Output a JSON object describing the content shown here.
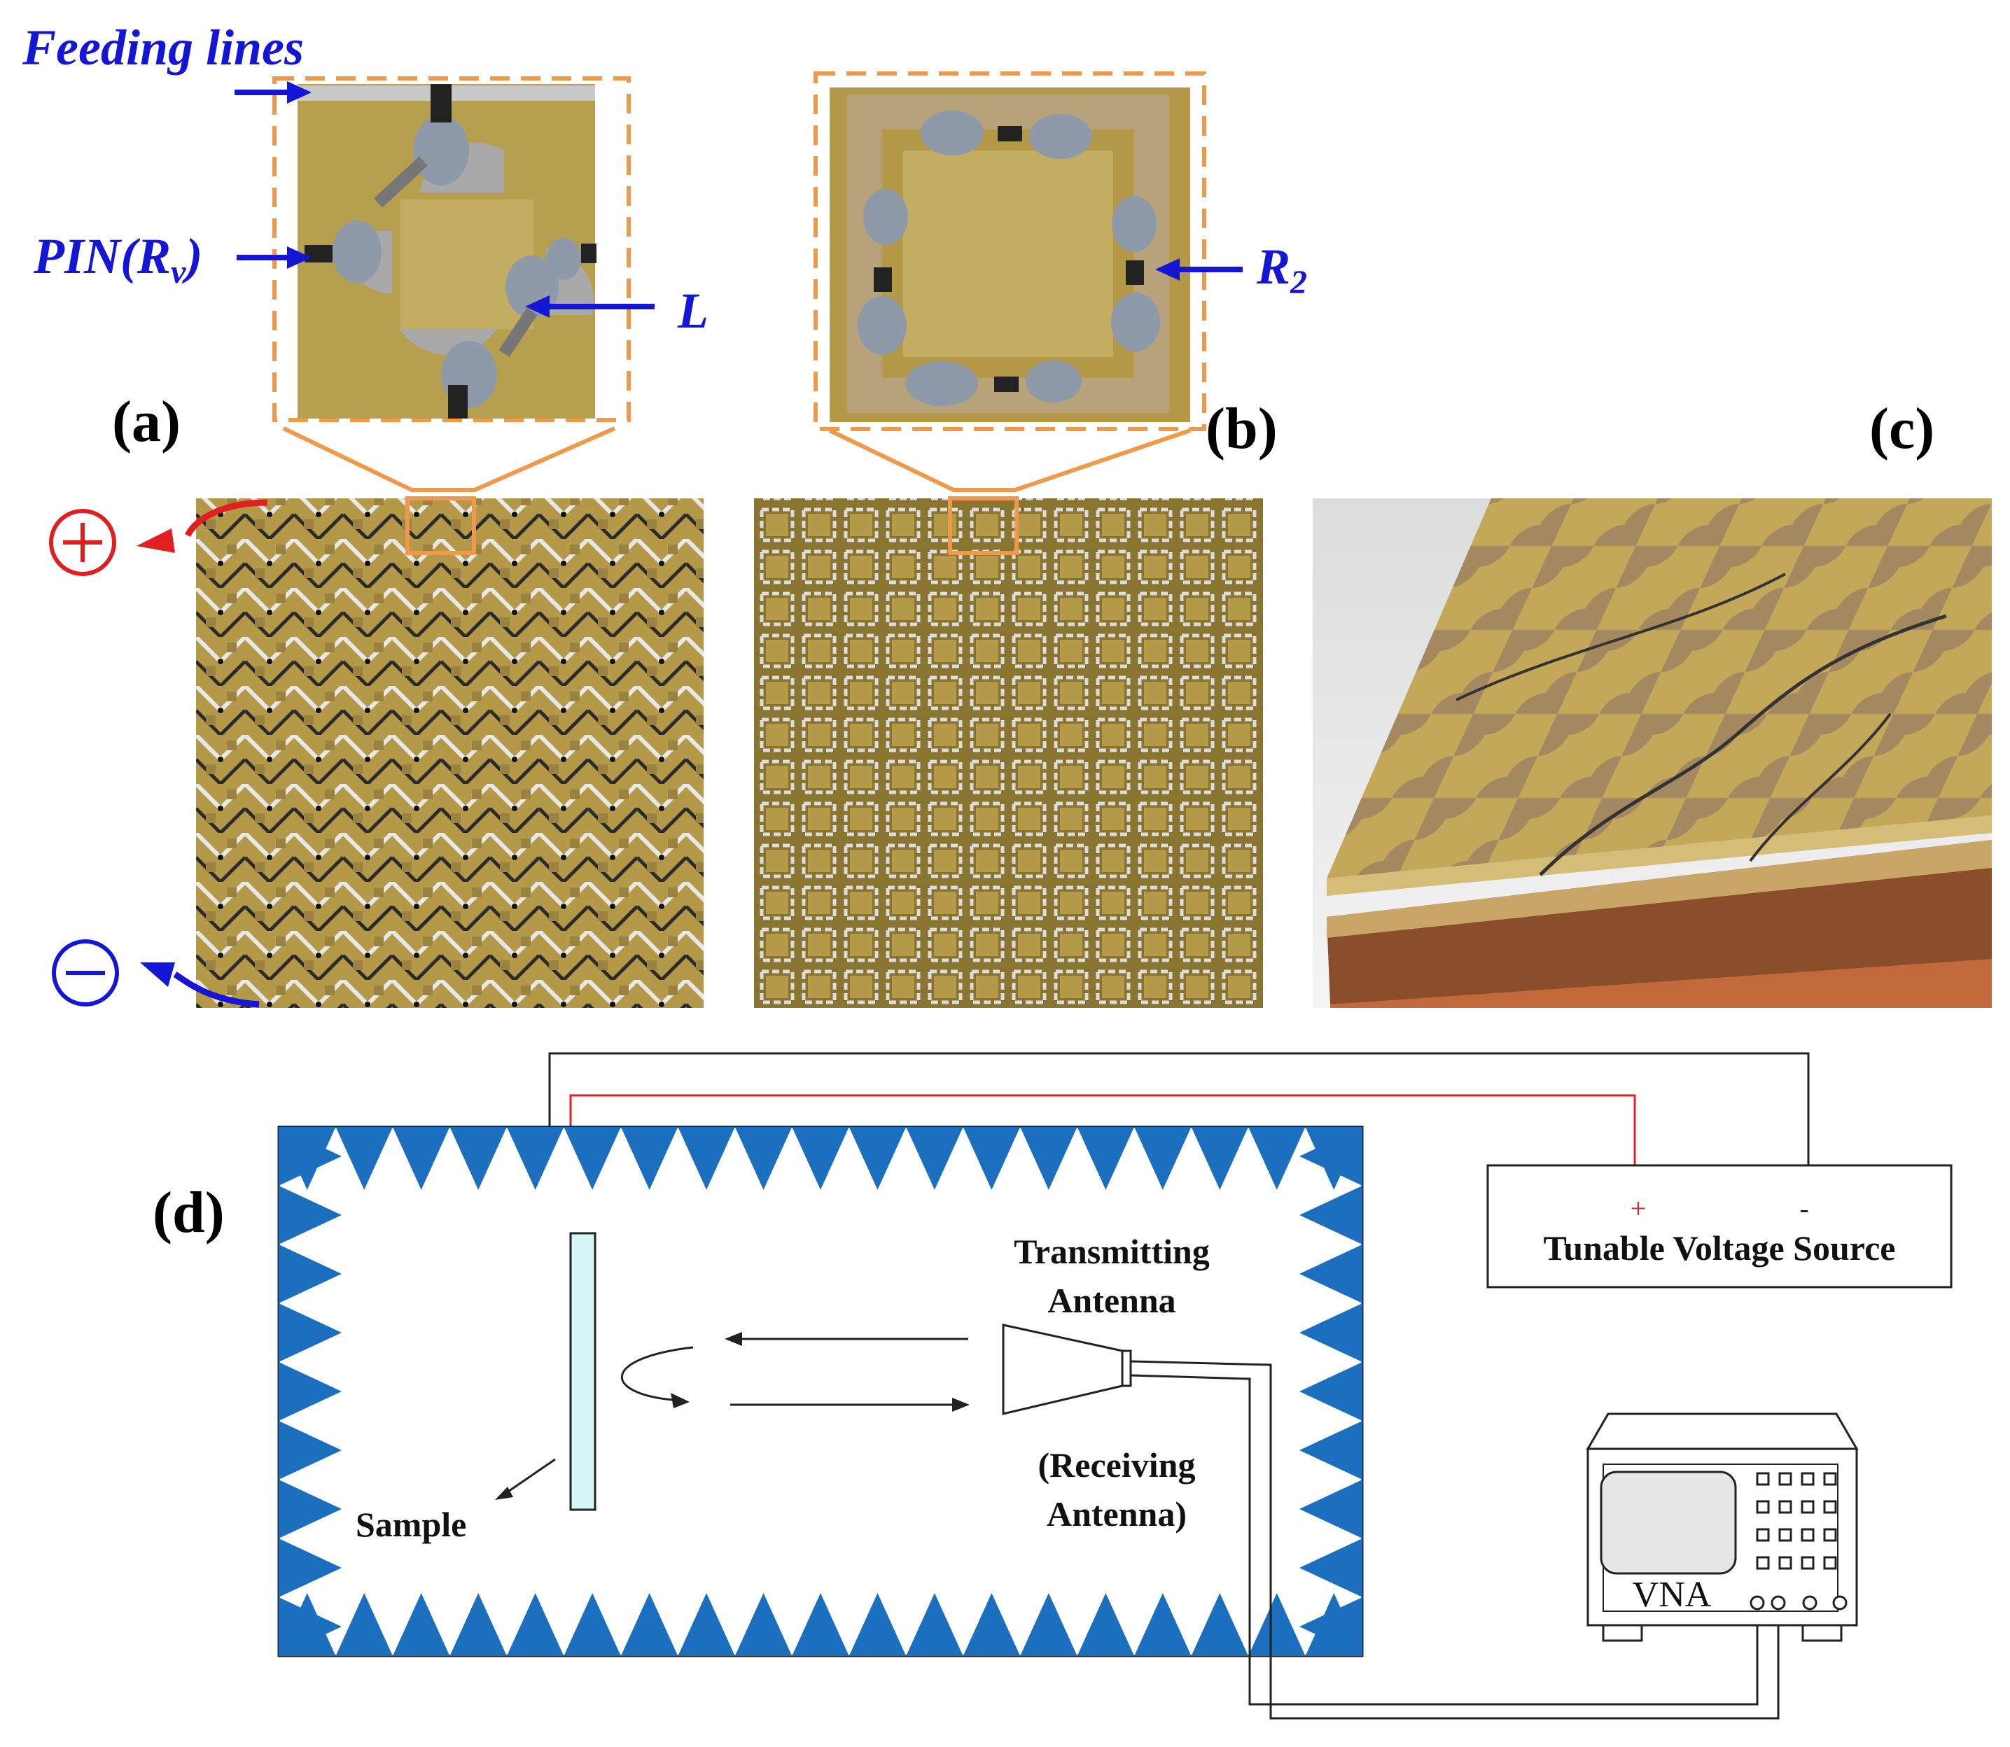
{
  "panel_labels": {
    "a": "(a)",
    "b": "(b)",
    "c": "(c)",
    "d": "(d)"
  },
  "callouts": {
    "feeding_lines": "Feeding lines",
    "pin_main": "PIN(R",
    "pin_sub": "v",
    "pin_close": ")",
    "inductor": "L",
    "resistor_main": "R",
    "resistor_sub": "2"
  },
  "polarity": {
    "plus": "+",
    "minus": "−"
  },
  "diagram": {
    "transmitting_1": "Transmitting",
    "transmitting_2": "Antenna",
    "receiving_1": "(Receiving",
    "receiving_2": "Antenna)",
    "sample": "Sample",
    "source_label": "Tunable Voltage Source",
    "source_plus": "+",
    "source_minus": "-",
    "vna": "VNA"
  },
  "colors": {
    "callout_blue": "#1515d6",
    "zoom_orange": "#f0994a",
    "absorber_blue": "#1c6fbf",
    "positive_red": "#e02020",
    "fr4_yellow": "#b49a48",
    "wire_red": "#e02020"
  }
}
